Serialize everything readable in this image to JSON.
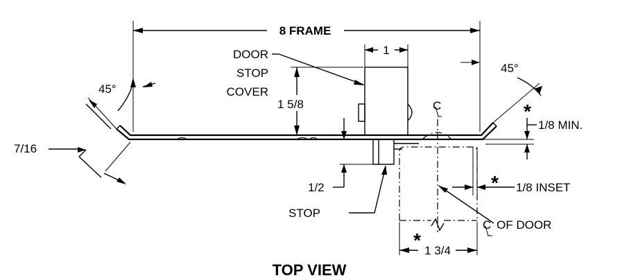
{
  "labels": {
    "frame": "8 FRAME",
    "door_stop_cover_line1": "DOOR",
    "door_stop_cover_line2": "STOP",
    "door_stop_cover_line3": "COVER",
    "dim_1": "1",
    "dim_1_5_8": "1 5/8",
    "angle_left": "45°",
    "angle_right": "45°",
    "dim_7_16": "7/16",
    "cl_symbol": "C",
    "min_18": "1/8 MIN.",
    "dim_1_2": "1/2",
    "stop": "STOP",
    "inset_18": "1/8 INSET",
    "cl_of_door": "OF DOOR",
    "cl_of_door_symbol": "C",
    "dim_1_3_4": "1 3/4",
    "asterisk": "*",
    "title": "TOP VIEW"
  }
}
